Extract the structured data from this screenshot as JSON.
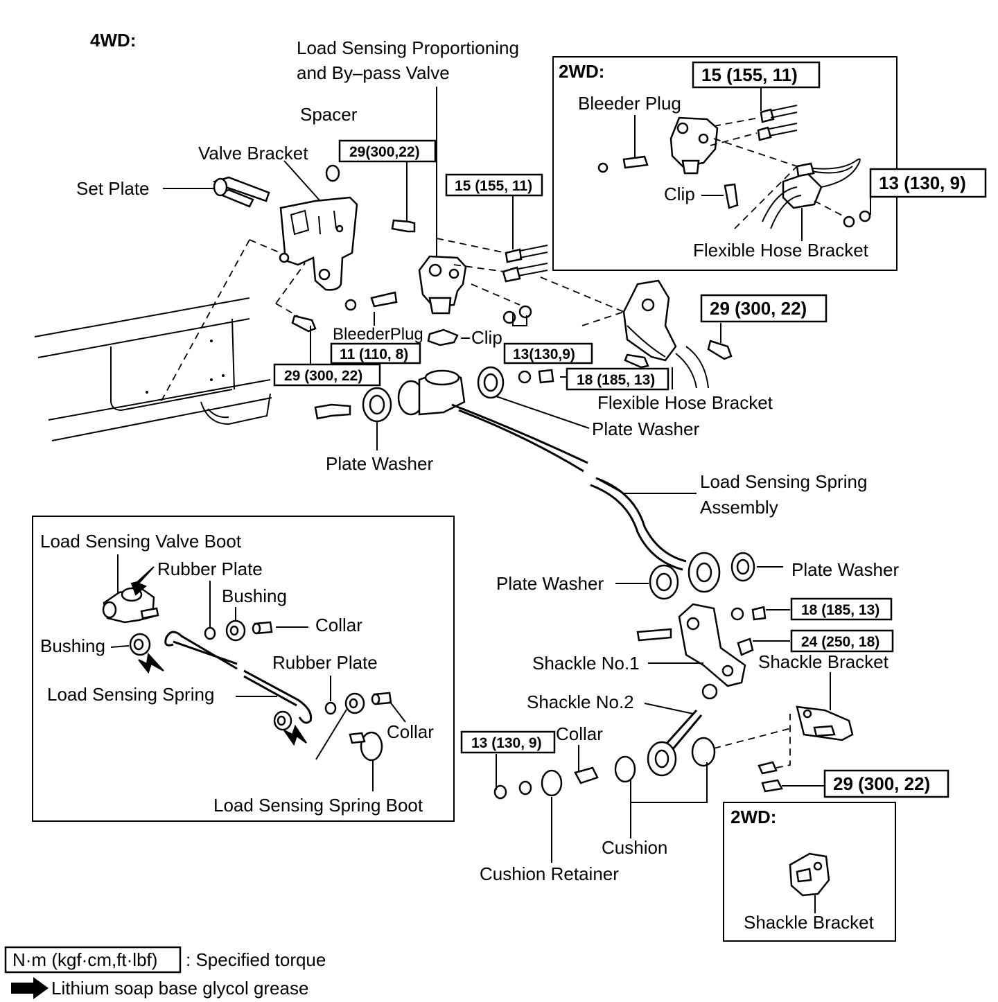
{
  "headers": {
    "main_4wd": "4WD:",
    "inset_2wd_top": "2WD:",
    "inset_2wd_bottom": "2WD:"
  },
  "labels": {
    "lsp_bv_line1": "Load Sensing Proportioning",
    "lsp_bv_line2": "and By–pass Valve",
    "spacer": "Spacer",
    "valve_bracket": "Valve Bracket",
    "set_plate": "Set Plate",
    "bleeder_plug_main": "BleederPlug",
    "clip_main": "Clip",
    "flexible_hose_bracket_main": "Flexible Hose Bracket",
    "plate_washer_1": "Plate Washer",
    "plate_washer_2": "Plate Washer",
    "ls_spring_assembly_line1": "Load Sensing Spring",
    "ls_spring_assembly_line2": "Assembly",
    "plate_washer_3": "Plate Washer",
    "plate_washer_4": "Plate Washer",
    "shackle_no1": "Shackle No.1",
    "shackle_bracket_main": "Shackle Bracket",
    "shackle_no2": "Shackle No.2",
    "collar_main": "Collar",
    "cushion": "Cushion",
    "cushion_retainer": "Cushion Retainer",
    "bleeder_plug_2wd": "Bleeder Plug",
    "clip_2wd": "Clip",
    "flexible_hose_bracket_2wd": "Flexible Hose Bracket",
    "shackle_bracket_2wd": "Shackle Bracket"
  },
  "inset_labels": {
    "ls_valve_boot": "Load Sensing Valve Boot",
    "rubber_plate_1": "Rubber Plate",
    "bushing_1": "Bushing",
    "collar_1": "Collar",
    "bushing_2": "Bushing",
    "rubber_plate_2": "Rubber Plate",
    "ls_spring": "Load Sensing Spring",
    "collar_2": "Collar",
    "ls_spring_boot": "Load Sensing Spring Boot"
  },
  "torques": {
    "t_29_spacer": "29(300,22)",
    "t_15_main": "15 (155, 11)",
    "t_11": "11 (110, 8)",
    "t_29_left": "29 (300, 22)",
    "t_13_main": "13(130,9)",
    "t_18_main": "18 (185, 13)",
    "t_29_right": "29 (300, 22)",
    "t_15_2wd": "15 (155, 11)",
    "t_13_2wd": "13 (130, 9)",
    "t_18_shackle": "18 (185, 13)",
    "t_24": "24 (250, 18)",
    "t_13_bottom": "13 (130, 9)",
    "t_29_bottom": "29 (300, 22)"
  },
  "legend": {
    "torque_unit": "N·m (kgf·cm,ft·lbf)",
    "torque_desc": ": Specified torque",
    "grease_desc": "Lithium soap base glycol grease"
  }
}
